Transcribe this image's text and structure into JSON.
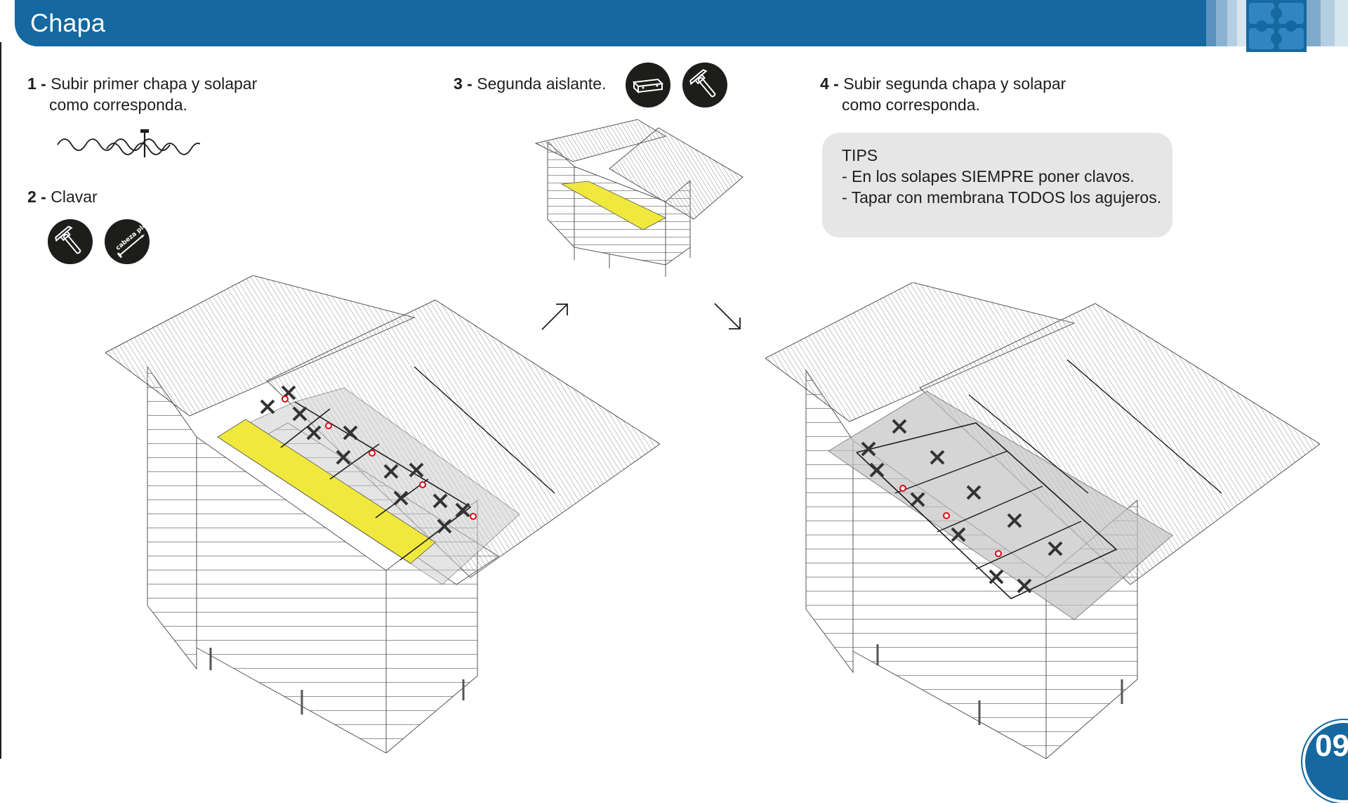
{
  "header": {
    "title": "Chapa"
  },
  "steps": {
    "s1": {
      "num": "1 -",
      "line1": "Subir primer chapa y solapar",
      "line2": "como corresponda."
    },
    "s2": {
      "num": "2 -",
      "line1": "Clavar"
    },
    "s3": {
      "num": "3 -",
      "line1": "Segunda aislante."
    },
    "s4": {
      "num": "4 -",
      "line1": "Subir segunda chapa y solapar",
      "line2": "como corresponda."
    }
  },
  "icons": {
    "hammer": "hammer-icon",
    "nail": "nail-icon",
    "nail_text": "cabeza plomo",
    "insulation": "insulation-roll-icon"
  },
  "tips": {
    "title": "TIPS",
    "items": [
      "- En los solapes SIEMPRE poner clavos.",
      "- Tapar con membrana TODOS los agujeros."
    ]
  },
  "page": {
    "number": "09"
  },
  "colors": {
    "brand": "#1568a0",
    "highlight": "#f0e83c",
    "tips_bg": "#e6e6e7",
    "icon_bg": "#1d1d1b"
  }
}
